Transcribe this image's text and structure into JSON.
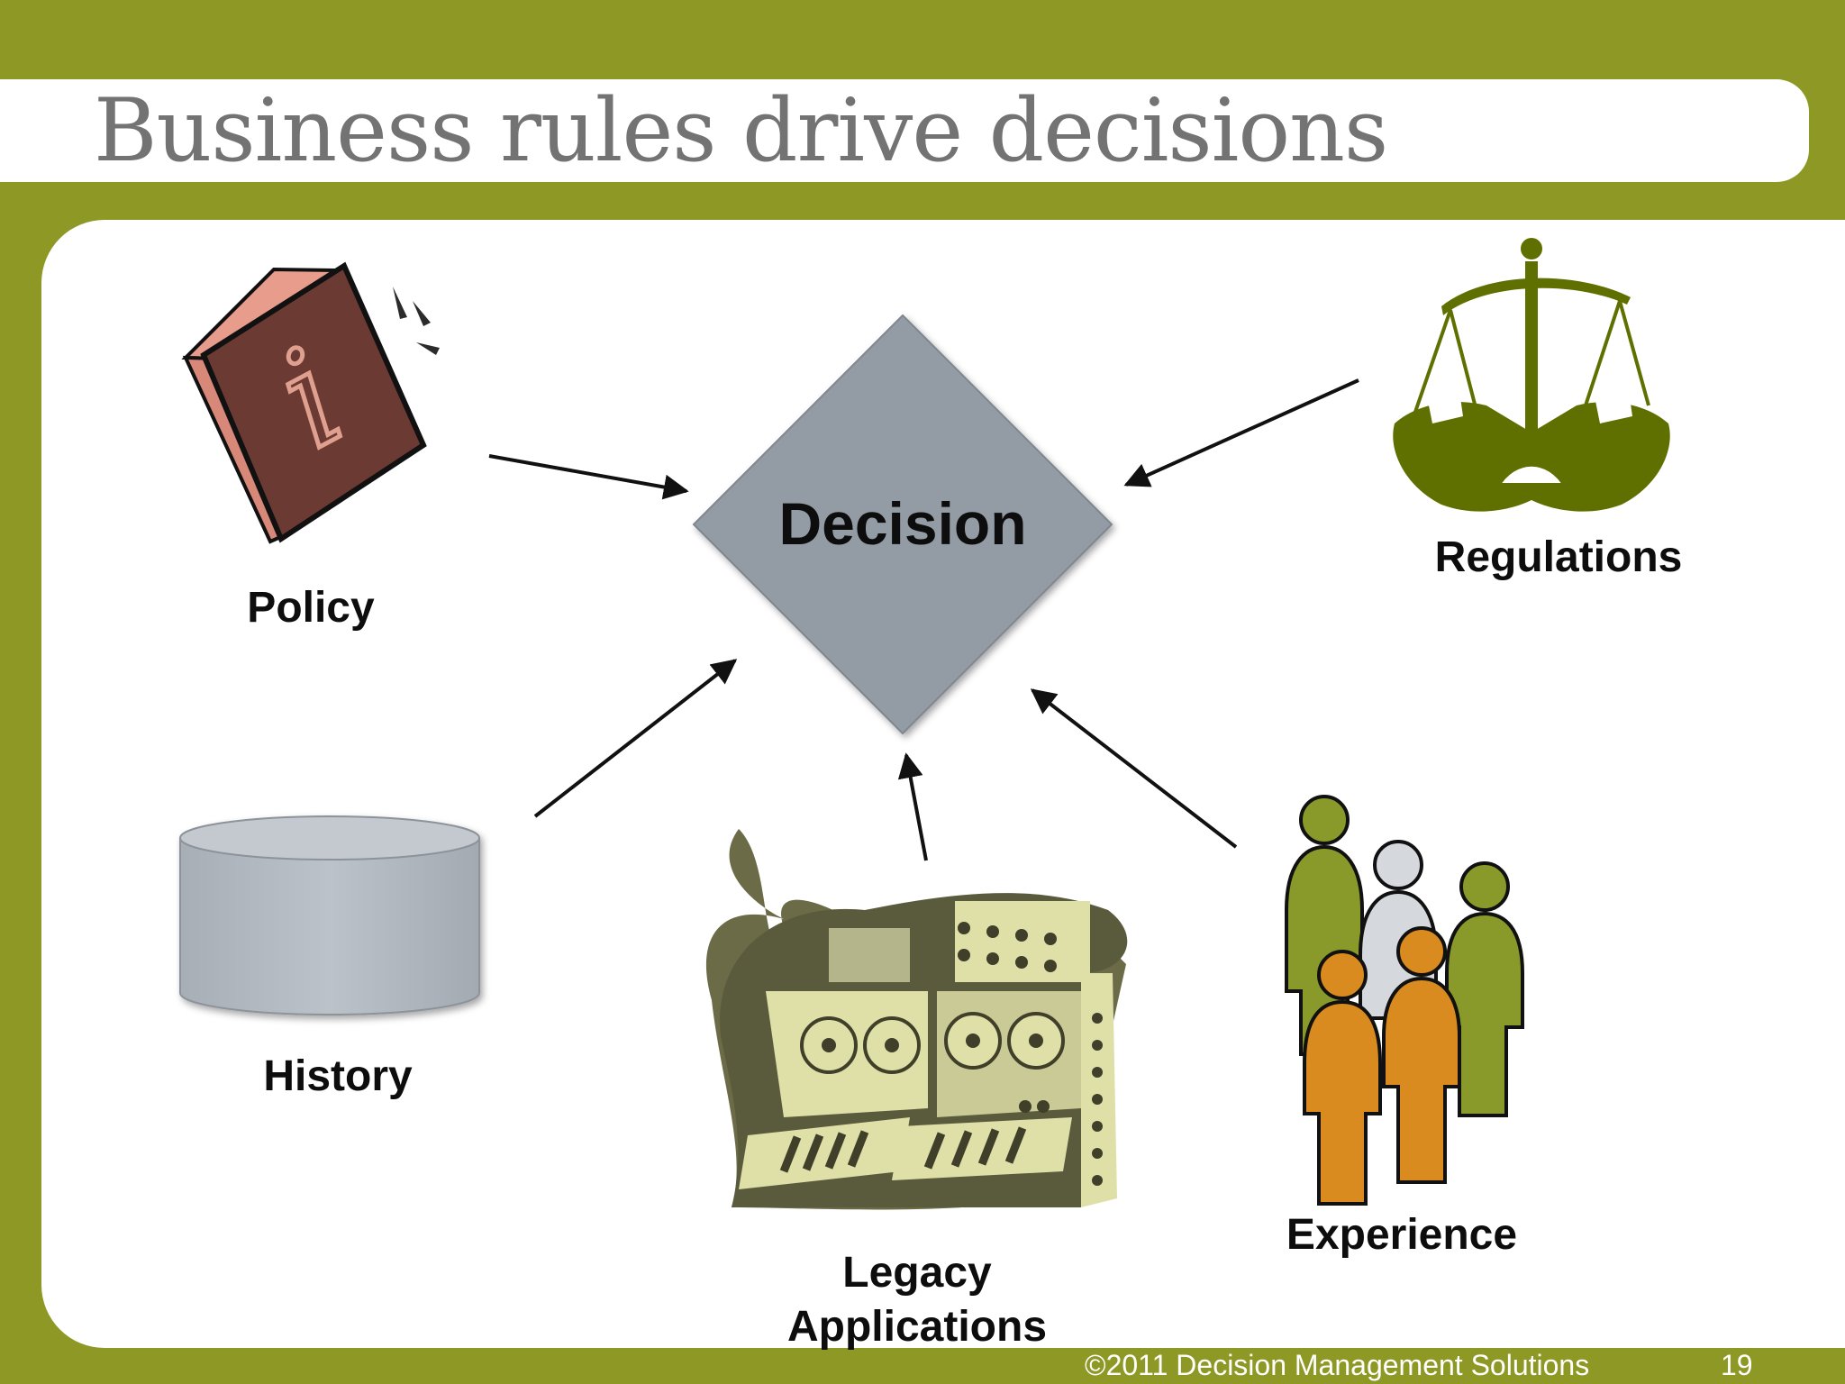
{
  "slide": {
    "title": "Business rules drive decisions",
    "footer": {
      "copyright": "©2011 Decision Management Solutions",
      "page_number": "19"
    }
  },
  "diagram": {
    "center": {
      "label": "Decision",
      "shape": "diamond",
      "color": "#939ca5"
    },
    "sources": [
      {
        "id": "policy",
        "label": "Policy",
        "icon": "info-book-icon"
      },
      {
        "id": "regulations",
        "label": "Regulations",
        "icon": "scales-of-justice-icon"
      },
      {
        "id": "history",
        "label": "History",
        "icon": "database-cylinder-icon"
      },
      {
        "id": "legacy",
        "label_line1": "Legacy",
        "label_line2": "Applications",
        "icon": "mainframe-computer-icon"
      },
      {
        "id": "experience",
        "label": "Experience",
        "icon": "people-group-icon"
      }
    ]
  },
  "colors": {
    "olive": "#8e9825",
    "dark_olive": "#5f7000",
    "orange": "#d98b1f",
    "book": "#6b3a33",
    "cylinder": "#b1b7bf"
  }
}
